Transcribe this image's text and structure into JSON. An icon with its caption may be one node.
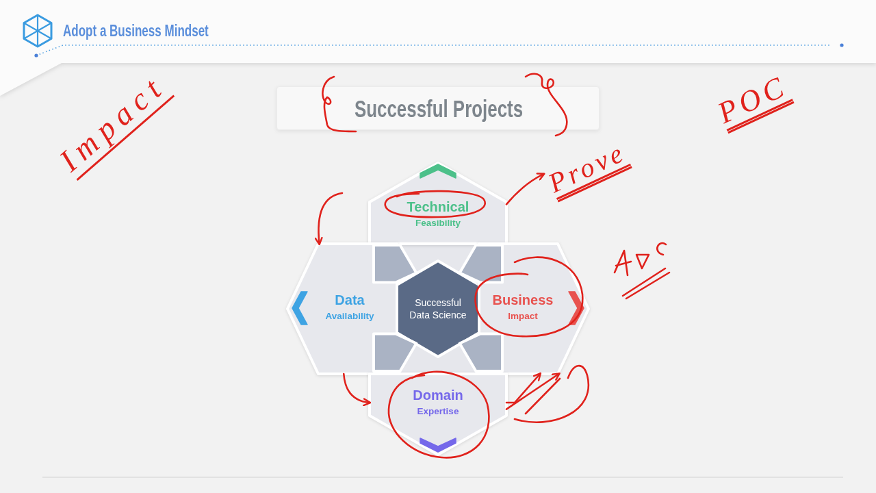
{
  "diagram": {
    "title": "Adopt a Business Mindset",
    "nodes": [
      {
        "text": [
          "Successful Projects"
        ]
      },
      {
        "text": [
          "Technical",
          "Feasibility"
        ]
      },
      {
        "text": [
          "Prove"
        ]
      },
      {
        "text": [
          "Data",
          "Availability"
        ]
      },
      {
        "text": [
          "Successful Data Science"
        ]
      },
      {
        "text": [
          "Business",
          "Impact"
        ]
      },
      {
        "text": [
          "Domain",
          "Expertise"
        ]
      }
    ],
    "edges": [
      {
        "from": 1,
        "to": 2,
        "arrow": "to"
      },
      {
        "from": null,
        "to": 3,
        "arrow": "to"
      },
      {
        "from": 3,
        "to": 6,
        "arrow": "to"
      },
      {
        "from": 6,
        "to": 5,
        "arrow": "to"
      },
      {
        "from": 6,
        "to": 5,
        "arrow": "to"
      }
    ],
    "labels": [
      "Impact",
      "POC"
    ]
  }
}
